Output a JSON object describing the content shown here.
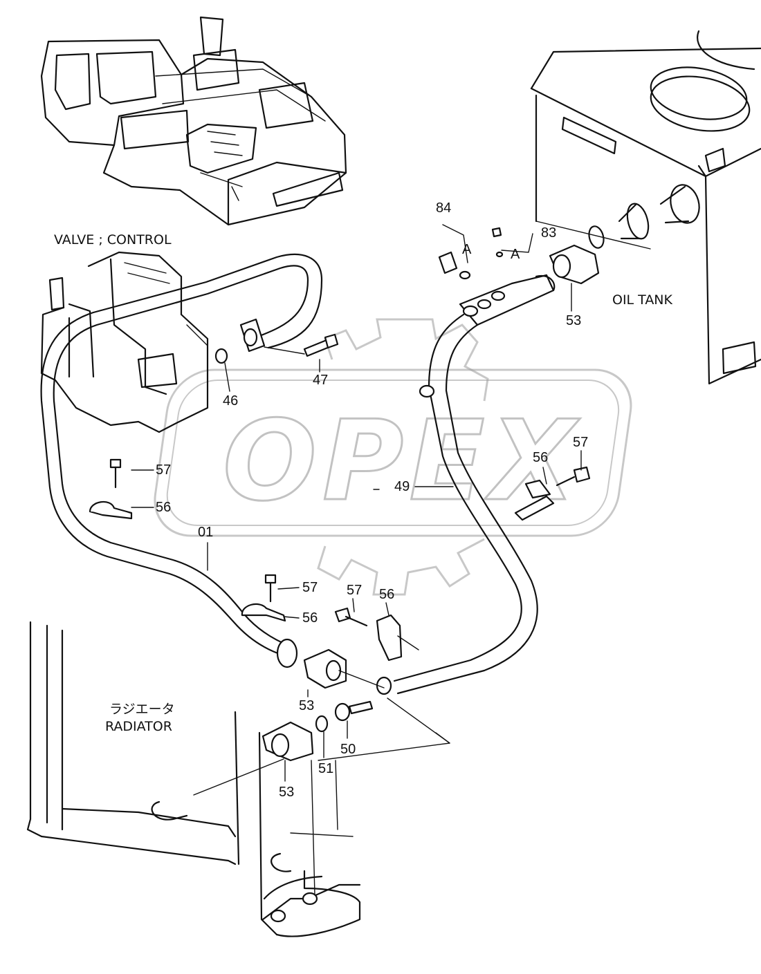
{
  "watermark": {
    "text": "OPEX"
  },
  "labels": {
    "valve_control": "VALVE ; CONTROL",
    "oil_tank": "OIL TANK",
    "radiator_jp": "ラジエータ",
    "radiator": "RADIATOR",
    "detail_a": "A"
  },
  "parts": [
    {
      "id": "p84",
      "num": "84"
    },
    {
      "id": "p83",
      "num": "83"
    },
    {
      "id": "p53a",
      "num": "53"
    },
    {
      "id": "p47",
      "num": "47"
    },
    {
      "id": "p46",
      "num": "46"
    },
    {
      "id": "p57a",
      "num": "57"
    },
    {
      "id": "p56a",
      "num": "56"
    },
    {
      "id": "p01",
      "num": "01"
    },
    {
      "id": "p49",
      "num": "49"
    },
    {
      "id": "p56b",
      "num": "56"
    },
    {
      "id": "p57b",
      "num": "57"
    },
    {
      "id": "p57c",
      "num": "57"
    },
    {
      "id": "p56c",
      "num": "56"
    },
    {
      "id": "p57d",
      "num": "57"
    },
    {
      "id": "p56d",
      "num": "56"
    },
    {
      "id": "p53b",
      "num": "53"
    },
    {
      "id": "p50",
      "num": "50"
    },
    {
      "id": "p51",
      "num": "51"
    },
    {
      "id": "p53c",
      "num": "53"
    }
  ]
}
